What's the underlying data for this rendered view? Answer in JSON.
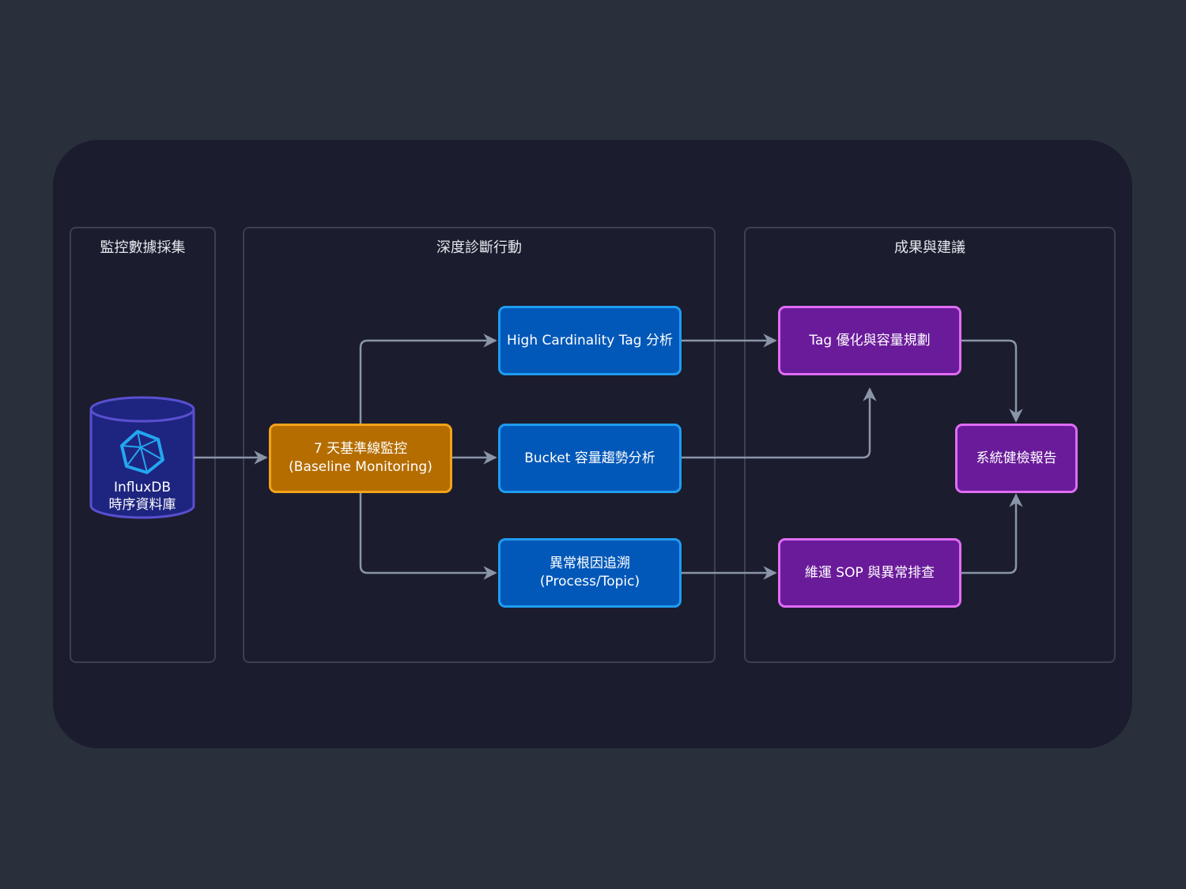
{
  "groups": {
    "collect": "監控數據採集",
    "diagnose": "深度診斷行動",
    "results": "成果與建議"
  },
  "database": {
    "line1": "InfluxDB",
    "line2": "時序資料庫",
    "icon": "influxdb-logo-icon"
  },
  "nodes": {
    "baseline": {
      "line1": "7 天基準線監控",
      "line2": "(Baseline Monitoring)"
    },
    "cardinality": {
      "line1": "High Cardinality Tag 分析"
    },
    "bucket": {
      "line1": "Bucket 容量趨勢分析"
    },
    "rootcause": {
      "line1": "異常根因追溯",
      "line2": "(Process/Topic)"
    },
    "tag_opt": {
      "line1": "Tag 優化與容量規劃"
    },
    "sop": {
      "line1": "維運 SOP 與異常排查"
    },
    "report": {
      "line1": "系統健檢報告"
    }
  },
  "colors": {
    "page_bg": "#2a2f3c",
    "canvas_bg": "#1b1c2d",
    "group_border": "#3a4150",
    "edge": "#8a95a8",
    "blue_fill": "#0258b8",
    "blue_border": "#1f9cf0",
    "orange_fill": "#b56d00",
    "orange_border": "#f3a31a",
    "purple_fill": "#6a1b9a",
    "purple_border": "#e06cf4",
    "db_fill": "#1e2580",
    "db_border": "#5a4fcf"
  }
}
